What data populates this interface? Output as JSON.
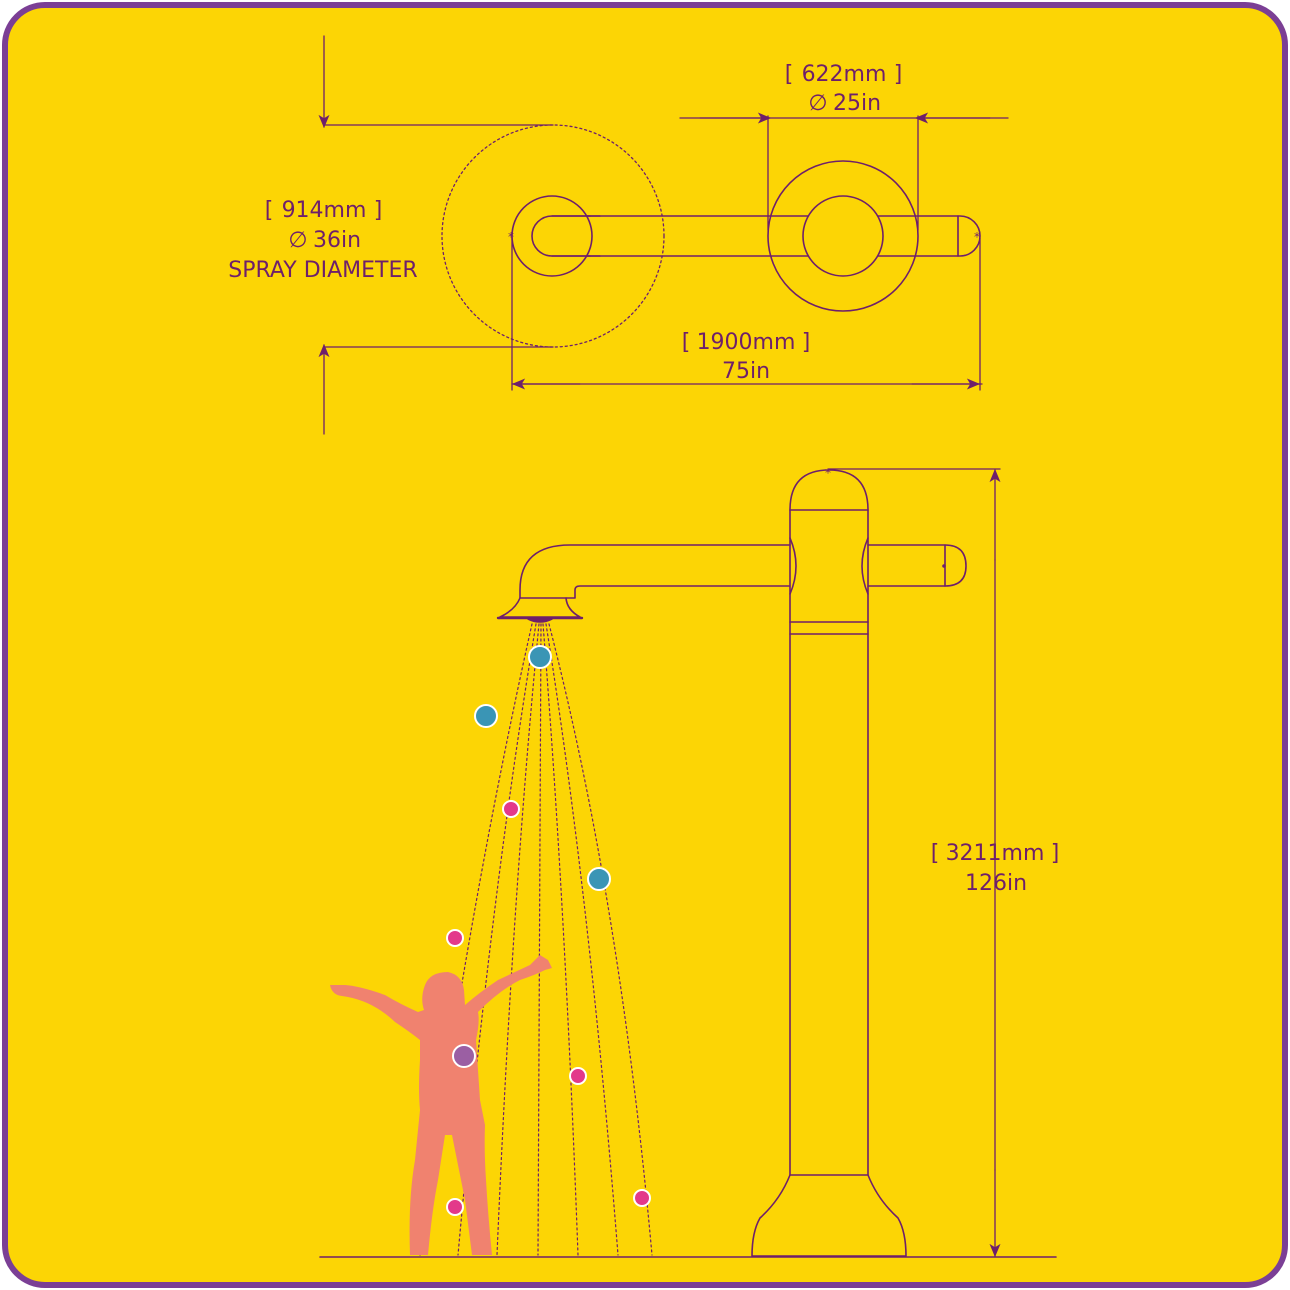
{
  "colors": {
    "background": "#fcd505",
    "border": "#7b3f95",
    "line": "#6e1f6b",
    "figure": "#f0826f",
    "drop_blue": "#3a95b5",
    "drop_pink": "#e3398a",
    "drop_purple": "#9b5fa3",
    "text": "#6e1f6b"
  },
  "plan_view": {
    "spray_dim": {
      "mm": "914mm",
      "in": "36in",
      "caption": "SPRAY DIAMETER"
    },
    "base_dim": {
      "mm": "622mm",
      "in": "25in"
    },
    "length_dim": {
      "mm": "1900mm",
      "in": "75in"
    }
  },
  "elevation": {
    "height_dim": {
      "mm": "3211mm",
      "in": "126in"
    }
  },
  "symbols": {
    "diameter": "∅"
  }
}
